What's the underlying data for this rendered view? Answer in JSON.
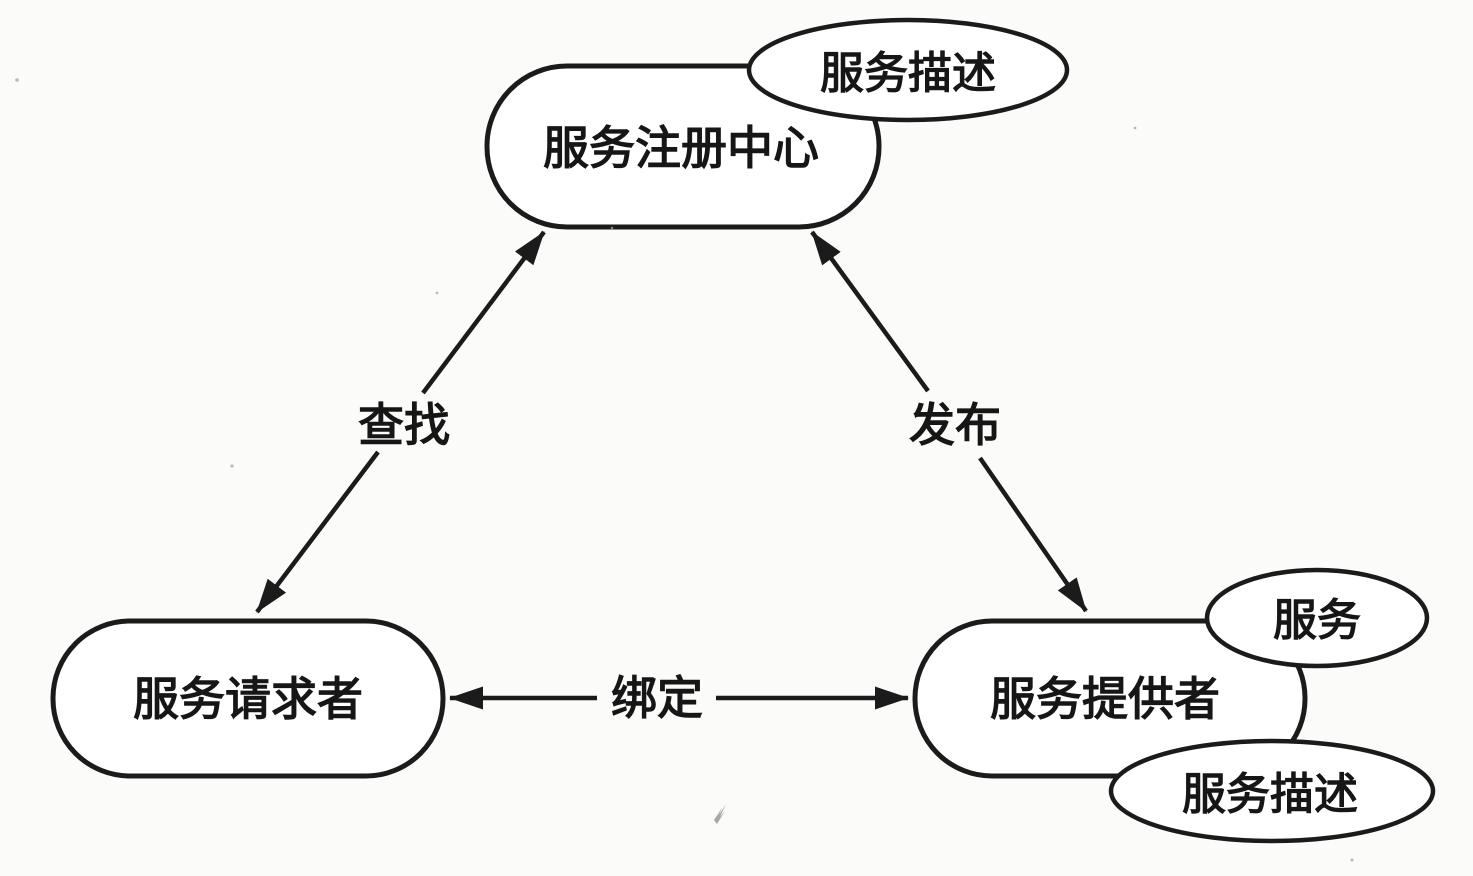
{
  "figure": {
    "type": "soa-triangle-diagram",
    "background": "#fbfbf9",
    "stroke_color": "#1b1b1b",
    "node_fill": "#ffffff",
    "nodes": {
      "registry": {
        "label": "服务注册中心"
      },
      "requester": {
        "label": "服务请求者"
      },
      "provider": {
        "label": "服务提供者"
      }
    },
    "artifacts": {
      "registry_description": {
        "label": "服务描述"
      },
      "provider_service": {
        "label": "服务"
      },
      "provider_description": {
        "label": "服务描述"
      }
    },
    "edges": {
      "find": {
        "label": "查找",
        "between": "registry-requester",
        "direction": "bidirectional"
      },
      "publish": {
        "label": "发布",
        "between": "provider-registry",
        "direction": "bidirectional"
      },
      "bind": {
        "label": "绑定",
        "between": "requester-provider",
        "direction": "bidirectional"
      }
    }
  }
}
